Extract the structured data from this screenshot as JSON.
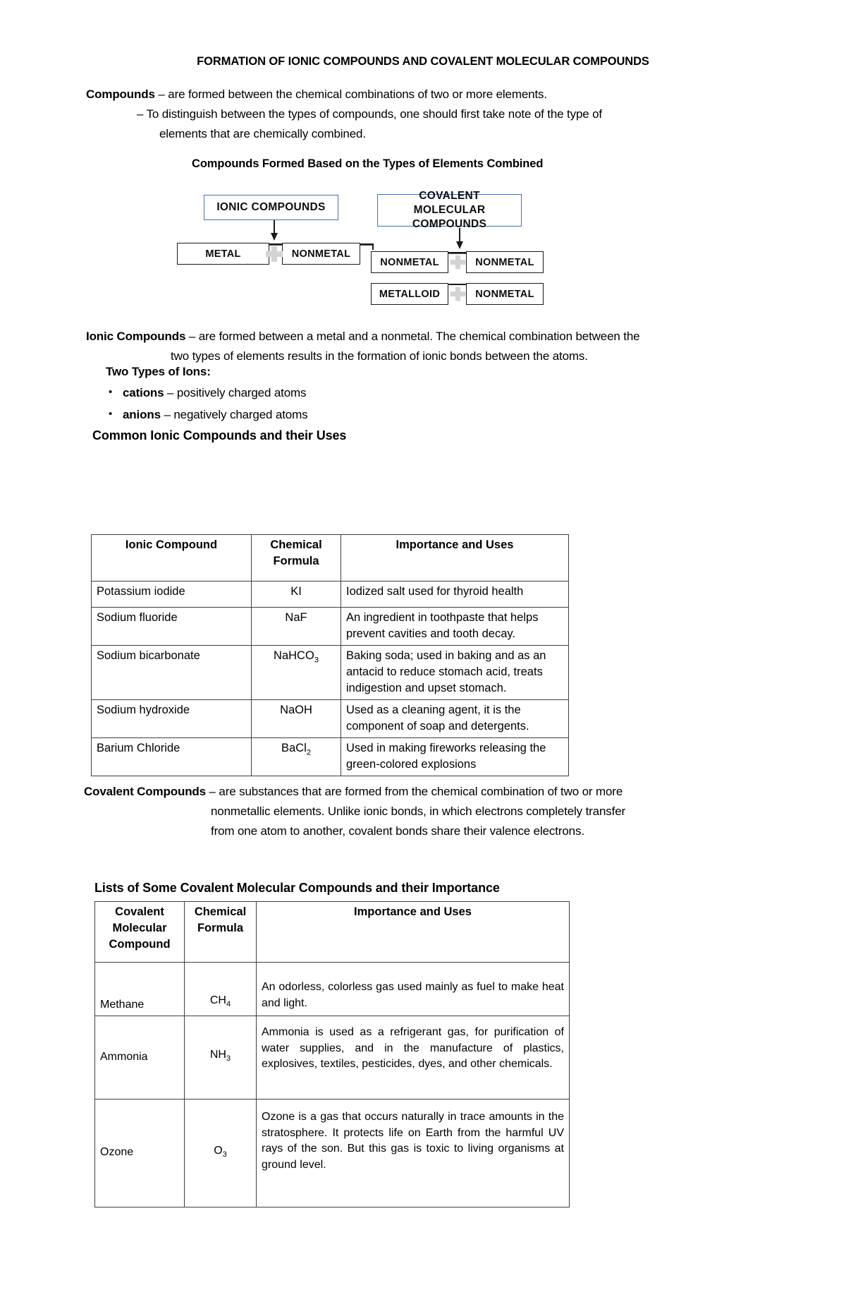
{
  "document": {
    "title": "FORMATION OF IONIC COMPOUNDS AND COVALENT MOLECULAR COMPOUNDS"
  },
  "compounds_section": {
    "term": "Compounds",
    "definition": " – are formed between the chemical combinations of two or more elements.",
    "sub_point": "– To distinguish between the types of compounds, one should first take note of the type of",
    "sub_point_cont": "elements that are chemically combined."
  },
  "diagram": {
    "caption": "Compounds Formed Based on the Types of Elements Combined",
    "ionic_root": "IONIC COMPOUNDS",
    "ionic_left": "METAL",
    "ionic_right": "NONMETAL",
    "covalent_root": "COVALENT MOLECULAR COMPOUNDS",
    "covalent_row1_left": "NONMETAL",
    "covalent_row1_right": "NONMETAL",
    "covalent_row2_left": "METALLOID",
    "covalent_row2_right": "NONMETAL",
    "plus_symbol": "+",
    "box_border_blue": "#4472a8",
    "box_border_black": "#1a1a1a",
    "plus_color": "#d4d4d4"
  },
  "ionic_section": {
    "term": "Ionic Compounds",
    "definition": " – are formed between a metal and a nonmetal. The chemical combination between the",
    "definition_cont": "two types of elements results in the formation of ionic bonds between the atoms.",
    "ions_heading": "Two Types of Ions:",
    "ions": [
      {
        "term": "cations",
        "desc": " – positively charged atoms"
      },
      {
        "term": "anions",
        "desc": " – negatively charged atoms"
      }
    ]
  },
  "ionic_table": {
    "caption": "Common Ionic Compounds and their Uses",
    "headers": [
      "Ionic Compound",
      "Chemical Formula",
      "Importance and Uses"
    ],
    "rows": [
      {
        "compound": "Potassium iodide",
        "formula_base": "KI",
        "formula_sub": "",
        "uses": "Iodized salt used for thyroid health"
      },
      {
        "compound": "Sodium fluoride",
        "formula_base": "NaF",
        "formula_sub": "",
        "uses": "An ingredient in toothpaste that helps prevent cavities and tooth decay."
      },
      {
        "compound": "Sodium bicarbonate",
        "formula_base": "NaHCO",
        "formula_sub": "3",
        "uses": "Baking soda; used in baking and as an antacid to reduce stomach acid,  treats indigestion and upset stomach."
      },
      {
        "compound": "Sodium hydroxide",
        "formula_base": "NaOH",
        "formula_sub": "",
        "uses": "Used as a cleaning agent, it is the component of soap and detergents."
      },
      {
        "compound": "Barium Chloride",
        "formula_base": "BaCl",
        "formula_sub": "2",
        "uses": "Used in making fireworks releasing the green-colored explosions"
      }
    ]
  },
  "covalent_section": {
    "term": "Covalent Compounds",
    "definition": " – are substances that are formed from the chemical combination of two or more",
    "definition_cont1": "nonmetallic elements. Unlike ionic bonds, in which electrons completely transfer",
    "definition_cont2": "from one atom to another, covalent bonds share their valence electrons."
  },
  "covalent_table": {
    "caption": "Lists of Some Covalent Molecular Compounds and their Importance",
    "headers": [
      "Covalent Molecular Compound",
      "Chemical Formula",
      "Importance and Uses"
    ],
    "rows": [
      {
        "compound": "Methane",
        "formula_base": "CH",
        "formula_sub": "4",
        "uses": "An odorless, colorless gas used mainly as fuel to make heat and light."
      },
      {
        "compound": "Ammonia",
        "formula_base": "NH",
        "formula_sub": "3",
        "uses": "Ammonia is used as a refrigerant gas, for purification of water supplies, and in the manufacture of plastics, explosives, textiles, pesticides, dyes, and other chemicals."
      },
      {
        "compound": "Ozone",
        "formula_base": "O",
        "formula_sub": "3",
        "uses": "Ozone is a gas that occurs naturally in trace amounts in the stratosphere. It protects life on Earth from the harmful UV rays of the son. But this gas is toxic to living organisms at ground level."
      }
    ]
  }
}
